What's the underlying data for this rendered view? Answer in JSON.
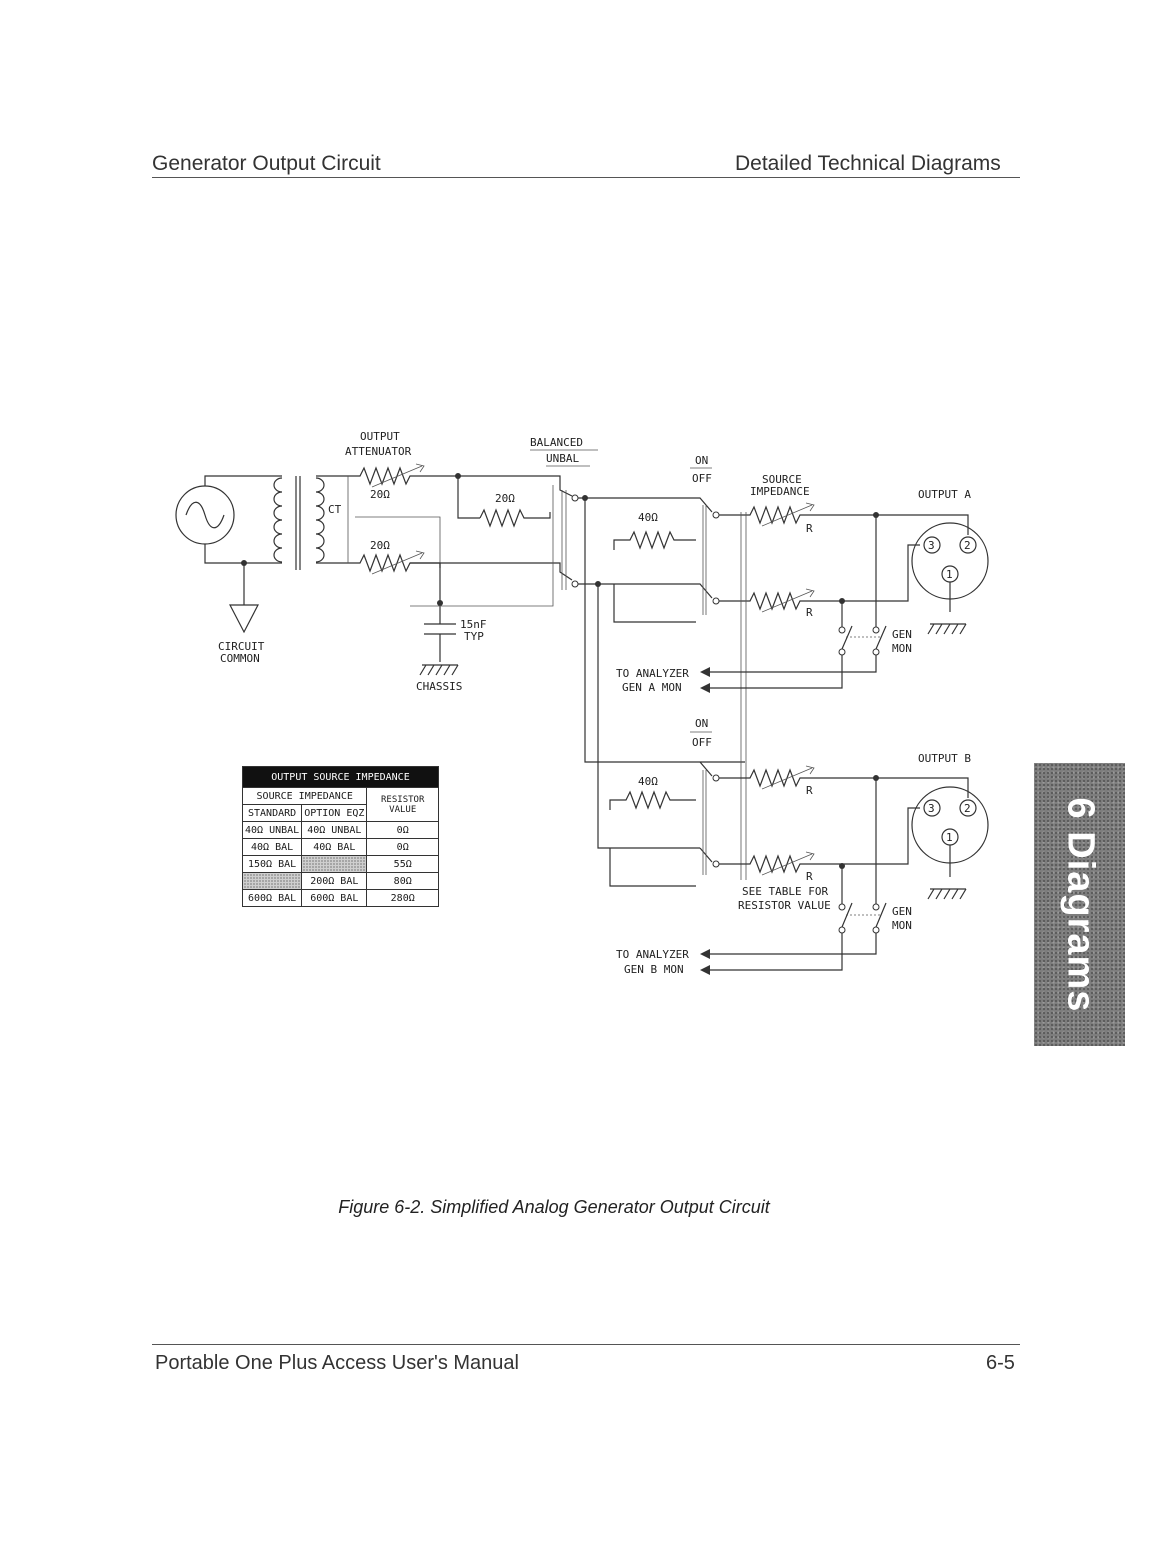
{
  "header": {
    "left": "Generator Output Circuit",
    "right": "Detailed Technical Diagrams"
  },
  "diagram": {
    "labels": {
      "output_attenuator_1": "OUTPUT",
      "output_attenuator_2": "ATTENUATOR",
      "balanced": "BALANCED",
      "unbal": "UNBAL",
      "on_a": "ON",
      "off_a": "OFF",
      "source_impedance_1": "SOURCE",
      "source_impedance_2": "IMPEDANCE",
      "output_a": "OUTPUT A",
      "output_b": "OUTPUT B",
      "r_20_top": "20Ω",
      "r_20_mid": "20Ω",
      "r_20_bottom": "20Ω",
      "ct": "CT",
      "r_40_a": "40Ω",
      "r_40_b": "40Ω",
      "r_a": "R",
      "r_a2": "R",
      "r_b": "R",
      "r_b2": "R",
      "cap_1": "15nF",
      "cap_2": "TYP",
      "chassis": "CHASSIS",
      "circuit_common_1": "CIRCUIT",
      "circuit_common_2": "COMMON",
      "gen_a": "GEN",
      "mon_a": "MON",
      "gen_b": "GEN",
      "mon_b": "MON",
      "to_analyzer_a_1": "TO ANALYZER",
      "to_analyzer_a_2": "GEN A MON",
      "to_analyzer_b_1": "TO ANALYZER",
      "to_analyzer_b_2": "GEN B MON",
      "on_b": "ON",
      "off_b": "OFF",
      "see_table_1": "SEE TABLE FOR",
      "see_table_2": "RESISTOR VALUE",
      "pin1": "1",
      "pin2": "2",
      "pin3": "3"
    },
    "table": {
      "title": "OUTPUT SOURCE IMPEDANCE",
      "col_group": "SOURCE IMPEDANCE",
      "col_resistor": "RESISTOR VALUE",
      "col_standard": "STANDARD",
      "col_option": "OPTION EQZ",
      "rows": [
        {
          "standard": "40Ω UNBAL",
          "option": "40Ω UNBAL",
          "value": "0Ω"
        },
        {
          "standard": "40Ω BAL",
          "option": "40Ω BAL",
          "value": "0Ω"
        },
        {
          "standard": "150Ω BAL",
          "option": "",
          "value": "55Ω"
        },
        {
          "standard": "",
          "option": "200Ω BAL",
          "value": "80Ω"
        },
        {
          "standard": "600Ω BAL",
          "option": "600Ω BAL",
          "value": "280Ω"
        }
      ]
    }
  },
  "caption": "Figure 6-2. Simplified Analog Generator Output Circuit",
  "side_tab": "6 Diagrams",
  "footer": {
    "left": "Portable One Plus Access User's Manual",
    "right": "6-5"
  }
}
